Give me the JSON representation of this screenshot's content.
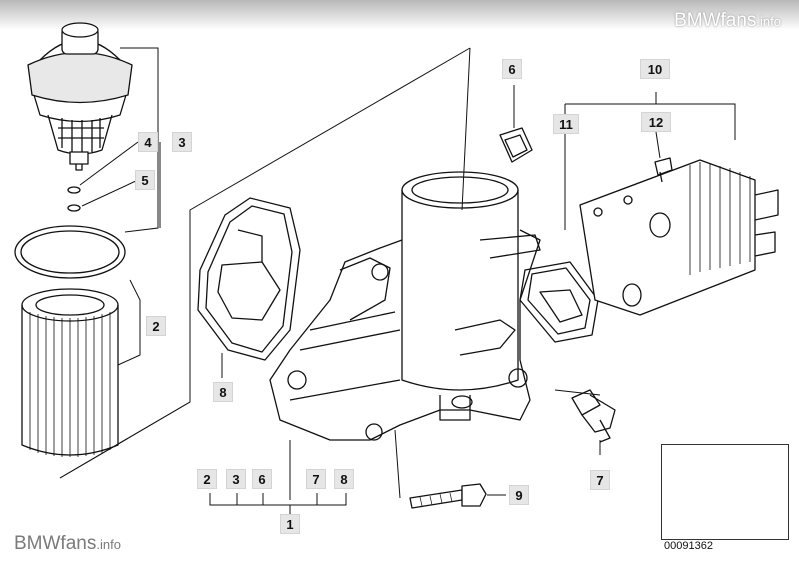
{
  "watermark": {
    "brand": "BMWfans",
    "suffix": ".info"
  },
  "part_number": "00091362",
  "callouts": [
    {
      "id": "c1",
      "label": "1"
    },
    {
      "id": "c2a",
      "label": "2"
    },
    {
      "id": "c2b",
      "label": "2"
    },
    {
      "id": "c3a",
      "label": "3"
    },
    {
      "id": "c3b",
      "label": "3"
    },
    {
      "id": "c4",
      "label": "4"
    },
    {
      "id": "c5",
      "label": "5"
    },
    {
      "id": "c6a",
      "label": "6"
    },
    {
      "id": "c6b",
      "label": "6"
    },
    {
      "id": "c7a",
      "label": "7"
    },
    {
      "id": "c7b",
      "label": "7"
    },
    {
      "id": "c8a",
      "label": "8"
    },
    {
      "id": "c8b",
      "label": "8"
    },
    {
      "id": "c9",
      "label": "9"
    },
    {
      "id": "c10",
      "label": "10"
    },
    {
      "id": "c11",
      "label": "11"
    },
    {
      "id": "c12",
      "label": "12"
    }
  ]
}
